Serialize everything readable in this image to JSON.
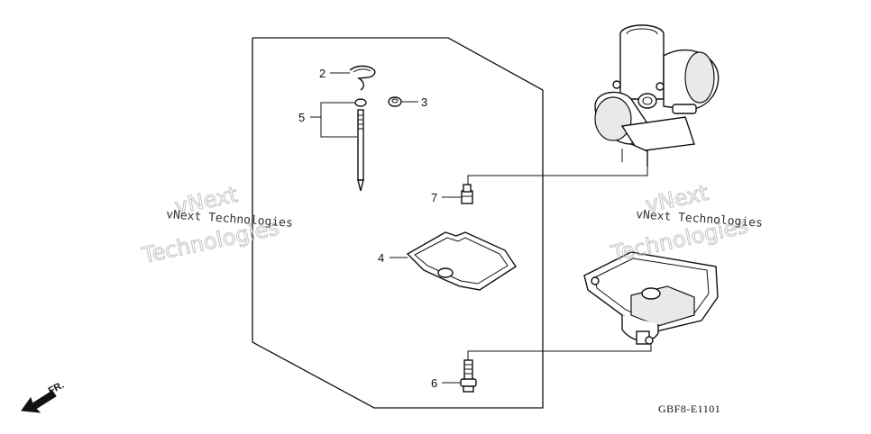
{
  "diagram": {
    "code": "GBF8-E1101",
    "front_label": "FR.",
    "watermark_lines": [
      "vNext Technologies",
      "vNext",
      "Technologies"
    ],
    "callouts": [
      {
        "id": "2",
        "label": "2"
      },
      {
        "id": "3",
        "label": "3"
      },
      {
        "id": "5",
        "label": "5"
      },
      {
        "id": "7",
        "label": "7"
      },
      {
        "id": "4",
        "label": "4"
      },
      {
        "id": "6",
        "label": "6"
      }
    ],
    "parts": [
      "clip",
      "nut",
      "jet-needle",
      "screw",
      "gasket",
      "drain-screw",
      "carburetor-body",
      "float-chamber"
    ]
  }
}
